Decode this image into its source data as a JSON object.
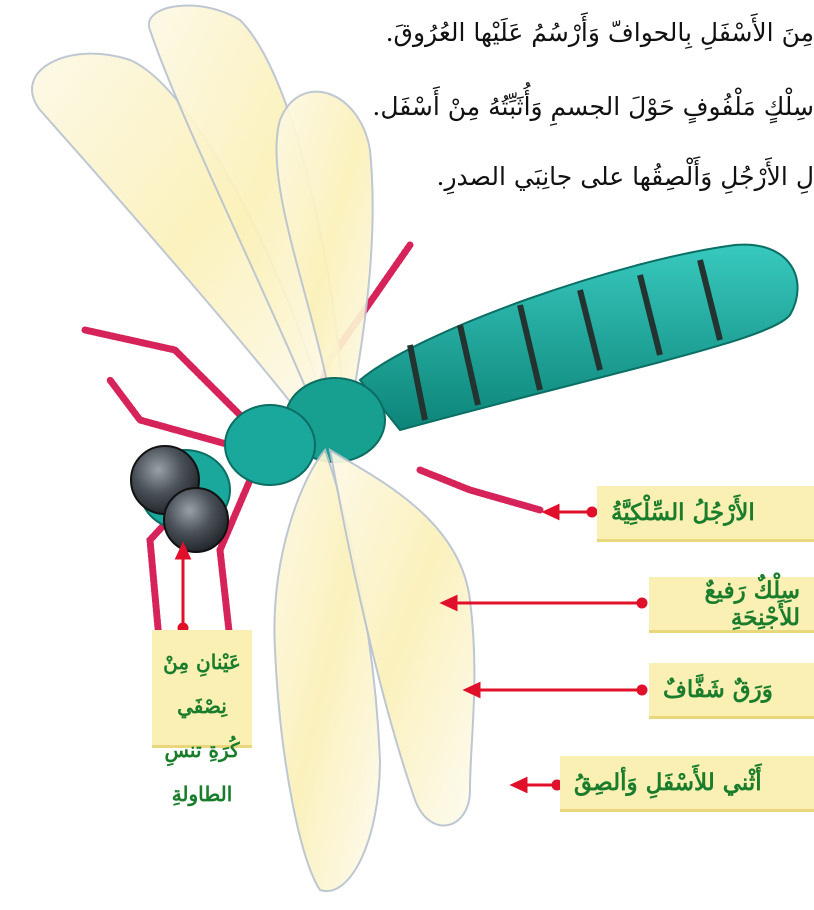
{
  "instructions": [
    "مِنَ الأَسْفَلِ بِالحوافّ وَأَرْسُمُ عَلَيْها العُرُوقَ.",
    "سِلْكٍ مَلْفُوفٍ حَوْلَ الجسمِ وَأُثَبِّتُهُ مِنْ أَسْفَل.",
    "لِ الأَرْجُلِ وَأَلْصِقُها على جانِبَي الصدرِ."
  ],
  "labels": {
    "legs": "الأَرْجُلُ السِّلْكِيَّةُ",
    "wire": "سِلْكٌ رَفيعٌ للأَجْنِحَةِ",
    "paper": "وَرَقٌ شَفَّافٌ",
    "fold": "أَثْني للأَسْفَلِ وَألصِقُ",
    "eyes_line1": "عَيْنانِ مِنْ نِصْفَي",
    "eyes_line2": "كُرَةِ تنسِ الطاولةِ"
  },
  "colors": {
    "label_text": "#1a7d2c",
    "label_bg": "#fbf0b4",
    "arrow": "#e0102a",
    "body": "#1aa79c",
    "legs": "#d6245a",
    "wing": "#fbf6d8"
  }
}
